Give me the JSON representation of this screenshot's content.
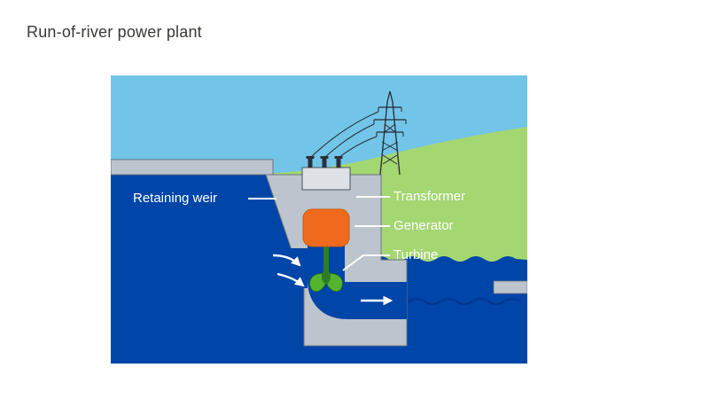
{
  "page": {
    "title": "Run-of-river power plant"
  },
  "diagram": {
    "labels": {
      "retaining_weir": "Retaining weir",
      "transformer": "Transformer",
      "generator": "Generator",
      "turbine": "Turbine"
    },
    "colors": {
      "sky": "#72c5e8",
      "water": "#0045a8",
      "grass": "#a4d672",
      "structure": "#bcc4cd",
      "structure_outline": "#6a7480",
      "generator": "#f06a1e",
      "turbine": "#55b42e",
      "shaft_green": "#2e7d26",
      "label_text": "#ffffff",
      "title_text": "#3a3734"
    }
  }
}
